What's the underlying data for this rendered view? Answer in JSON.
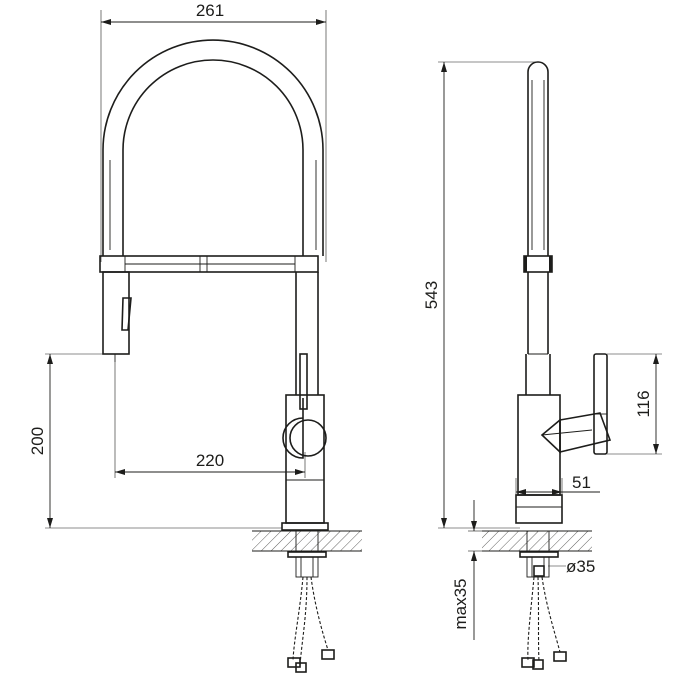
{
  "drawing": {
    "front_view": {
      "overall_width_label": "261",
      "spout_reach_label": "220",
      "spout_height_label": "200"
    },
    "side_view": {
      "overall_height_label": "543",
      "lever_height_label": "116",
      "base_diameter_label": "51",
      "hole_diameter_label": "ø35",
      "max_deck_thickness_label": "max35"
    },
    "colors": {
      "line": "#1d1d1b",
      "background": "#ffffff"
    }
  }
}
